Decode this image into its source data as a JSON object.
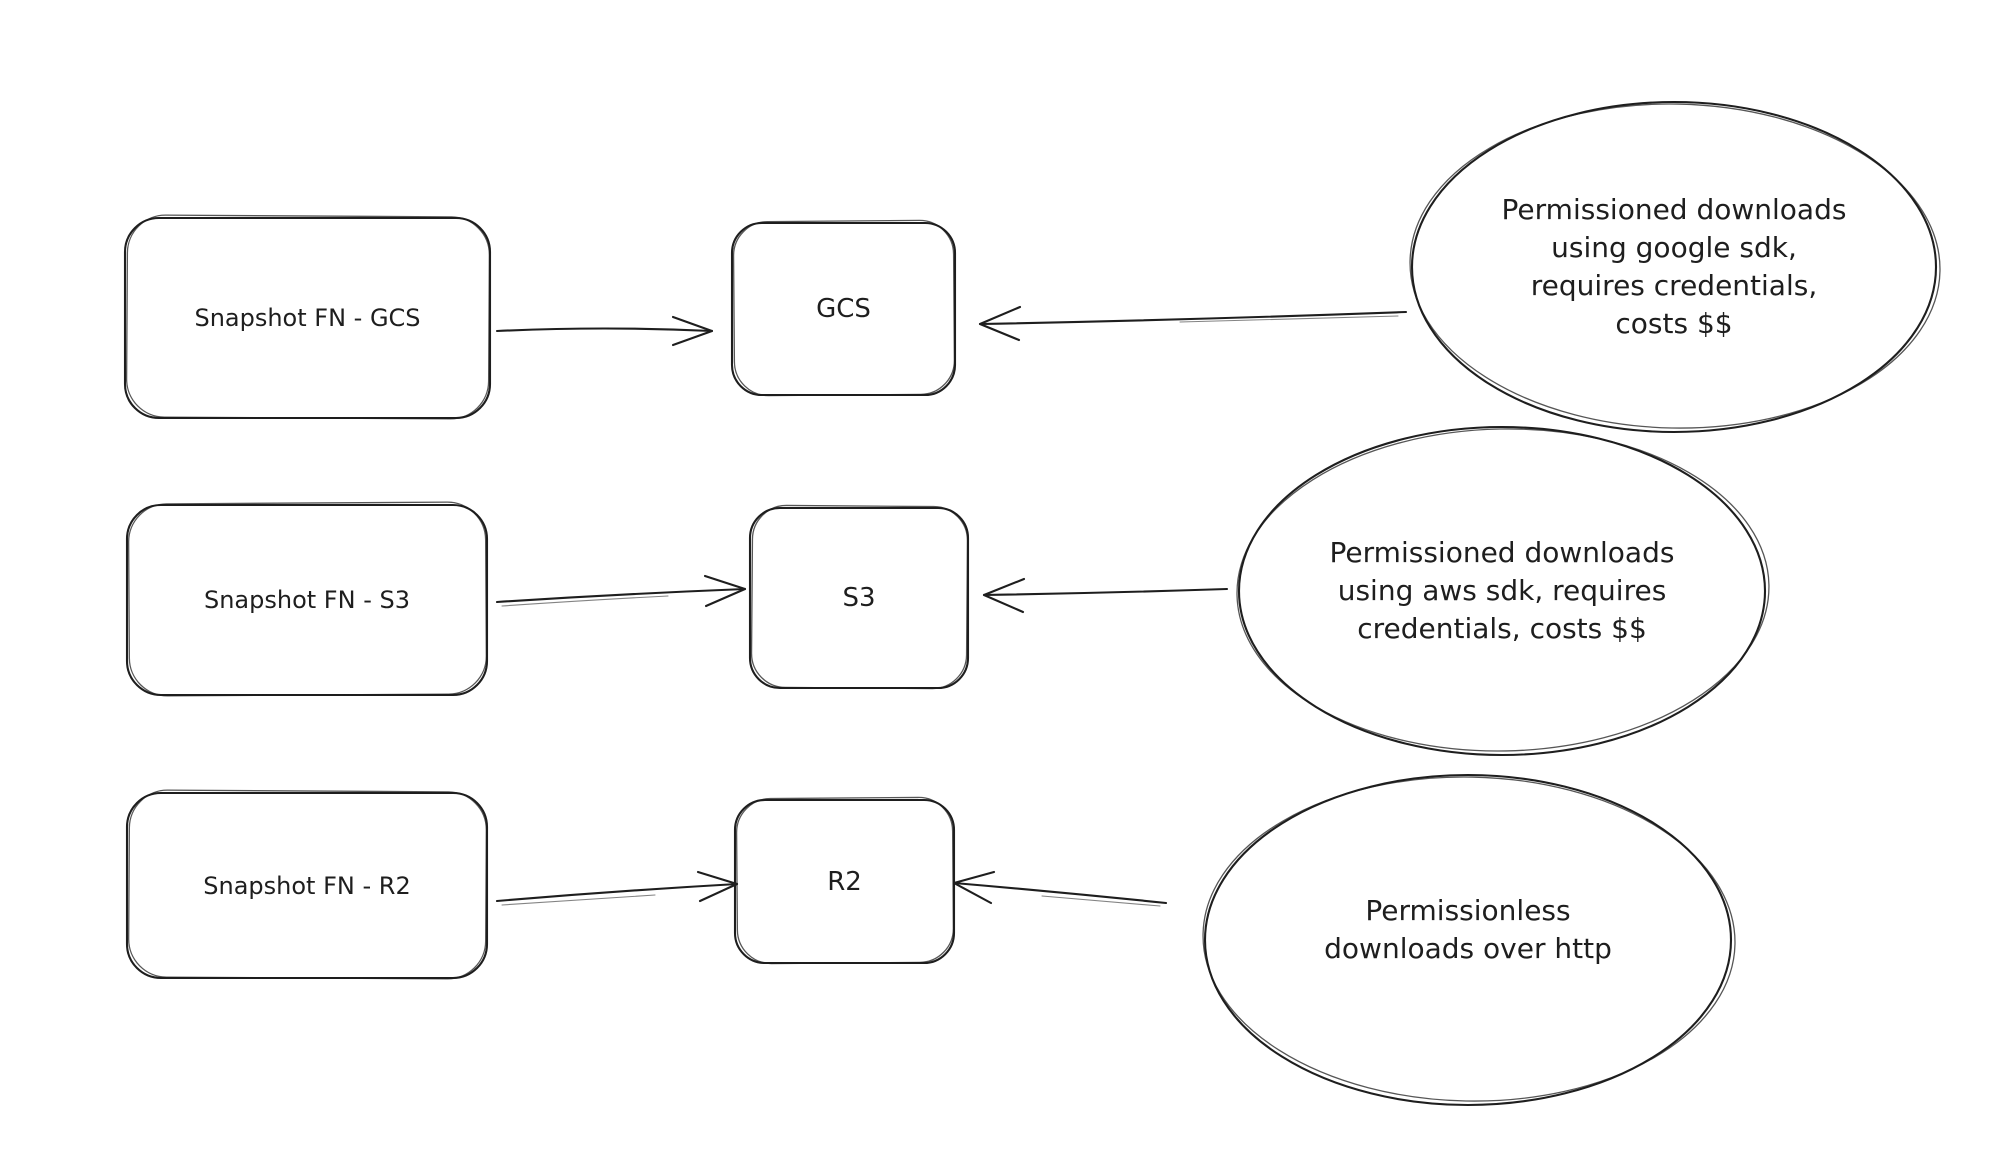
{
  "diagram": {
    "background": "#ffffff",
    "ink": "#1e1e1e",
    "rows": [
      {
        "source_label": "Snapshot FN - GCS",
        "target_label": "GCS",
        "note": "Permissioned downloads\nusing google sdk,\nrequires credentials,\ncosts $$"
      },
      {
        "source_label": "Snapshot FN - S3",
        "target_label": "S3",
        "note": "Permissioned downloads\nusing aws sdk, requires\ncredentials, costs $$"
      },
      {
        "source_label": "Snapshot FN - R2",
        "target_label": "R2",
        "note": "Permissionless\ndownloads over http"
      }
    ]
  }
}
